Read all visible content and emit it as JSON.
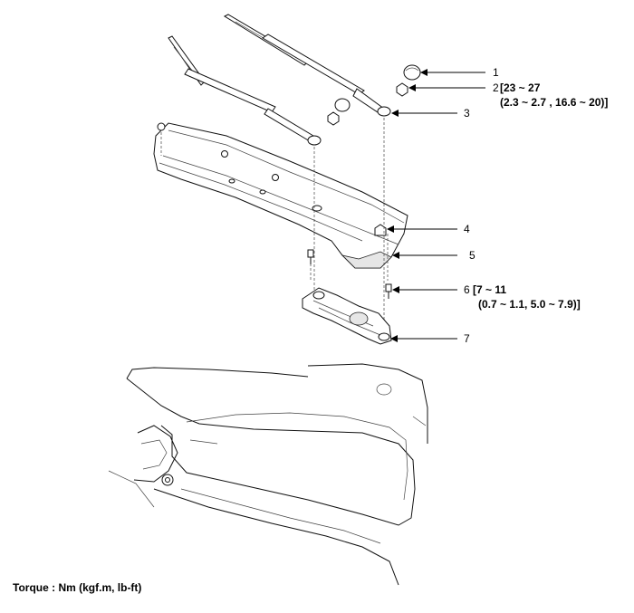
{
  "callouts": [
    {
      "number": "1"
    },
    {
      "number": "2",
      "spec_line1": "[23 ~ 27",
      "spec_line2": "(2.3 ~ 2.7 , 16.6 ~ 20)]"
    },
    {
      "number": "3"
    },
    {
      "number": "4"
    },
    {
      "number": "5"
    },
    {
      "number": "6",
      "spec_line1": "[7 ~ 11",
      "spec_line2": "(0.7 ~ 1.1, 5.0 ~ 7.9)]"
    },
    {
      "number": "7"
    }
  ],
  "footer": {
    "torque_note": "Torque : Nm (kgf.m, lb-ft)"
  }
}
